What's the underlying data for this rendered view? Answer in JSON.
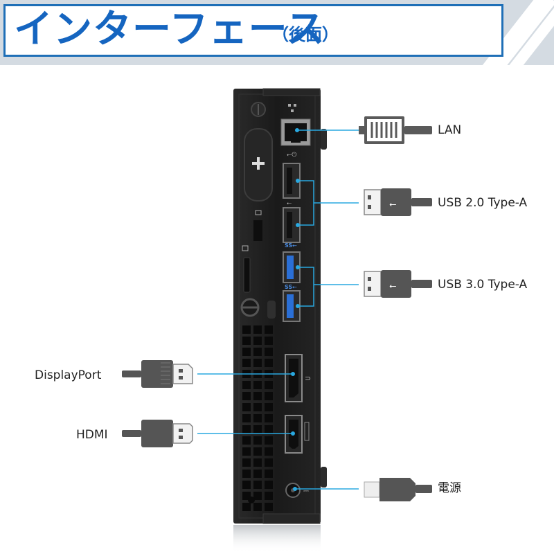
{
  "header": {
    "title": "インターフェース",
    "subtitle": "（後面）"
  },
  "ports": [
    {
      "id": "lan",
      "label": "LAN"
    },
    {
      "id": "usb2",
      "label": "USB 2.0 Type-A"
    },
    {
      "id": "usb3",
      "label": "USB 3.0 Type-A"
    },
    {
      "id": "displayport",
      "label": "DisplayPort"
    },
    {
      "id": "hdmi",
      "label": "HDMI"
    },
    {
      "id": "power",
      "label": "電源"
    }
  ],
  "colors": {
    "accent": "#1565c0",
    "leader_line": "#29a8e0",
    "chassis": "#1c1c1c",
    "usb3_blue": "#2a6fd6",
    "connector_gray": "#555555"
  }
}
